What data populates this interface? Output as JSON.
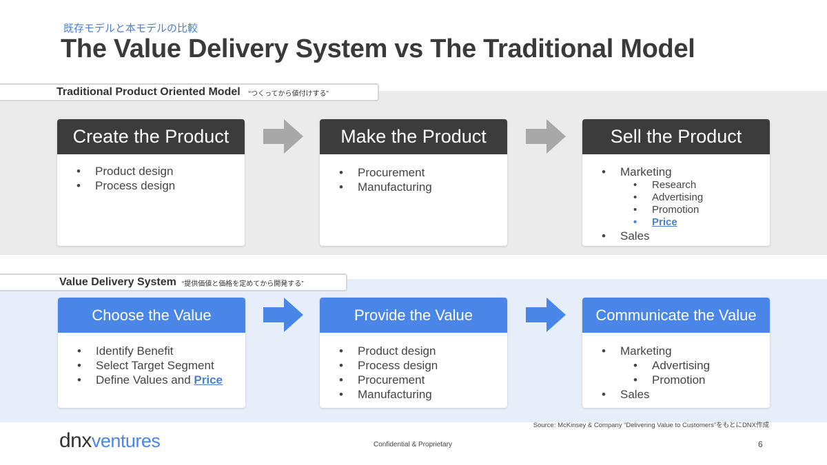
{
  "header": {
    "subtitle": "既存モデルと本モデルの比較",
    "title": "The Value Delivery System vs The Traditional Model"
  },
  "traditional": {
    "label": "Traditional Product Oriented Model",
    "label_jp": "“つくってから値付けする”",
    "cards": [
      {
        "title": "Create the Product",
        "items": [
          "Product design",
          "Process design"
        ]
      },
      {
        "title": "Make the Product",
        "items": [
          "Procurement",
          "Manufacturing"
        ]
      },
      {
        "title": "Sell the Product",
        "item_marketing": "Marketing",
        "subs": [
          "Research",
          "Advertising",
          "Promotion"
        ],
        "sub_price": "Price",
        "item_sales": "Sales"
      }
    ]
  },
  "value": {
    "label": "Value Delivery System",
    "label_jp": "“提供価値と価格を定めてから開発する”",
    "cards": [
      {
        "title": "Choose the Value",
        "items": [
          "Identify Benefit",
          "Select Target Segment"
        ],
        "define_prefix": "Define Values and ",
        "define_price": "Price"
      },
      {
        "title": "Provide the Value",
        "items": [
          "Product design",
          "Process design",
          "Procurement",
          "Manufacturing"
        ]
      },
      {
        "title": "Communicate the Value",
        "item_marketing": "Marketing",
        "subs": [
          "Advertising",
          "Promotion"
        ],
        "item_sales": "Sales"
      }
    ]
  },
  "footer": {
    "source": "Source: McKinsey & Company “Delivering Value to Customers”をもとにDNX作成",
    "logo_dnx": "dnx",
    "logo_ventures": "ventures",
    "confidential": "Confidential & Proprietary",
    "page": "6"
  },
  "colors": {
    "dark_header": "#3c3c3c",
    "blue_header": "#4a86e8",
    "grey_arrow": "#a8a8a8",
    "blue_arrow": "#4a86e8",
    "accent_text": "#4a7fd0"
  }
}
